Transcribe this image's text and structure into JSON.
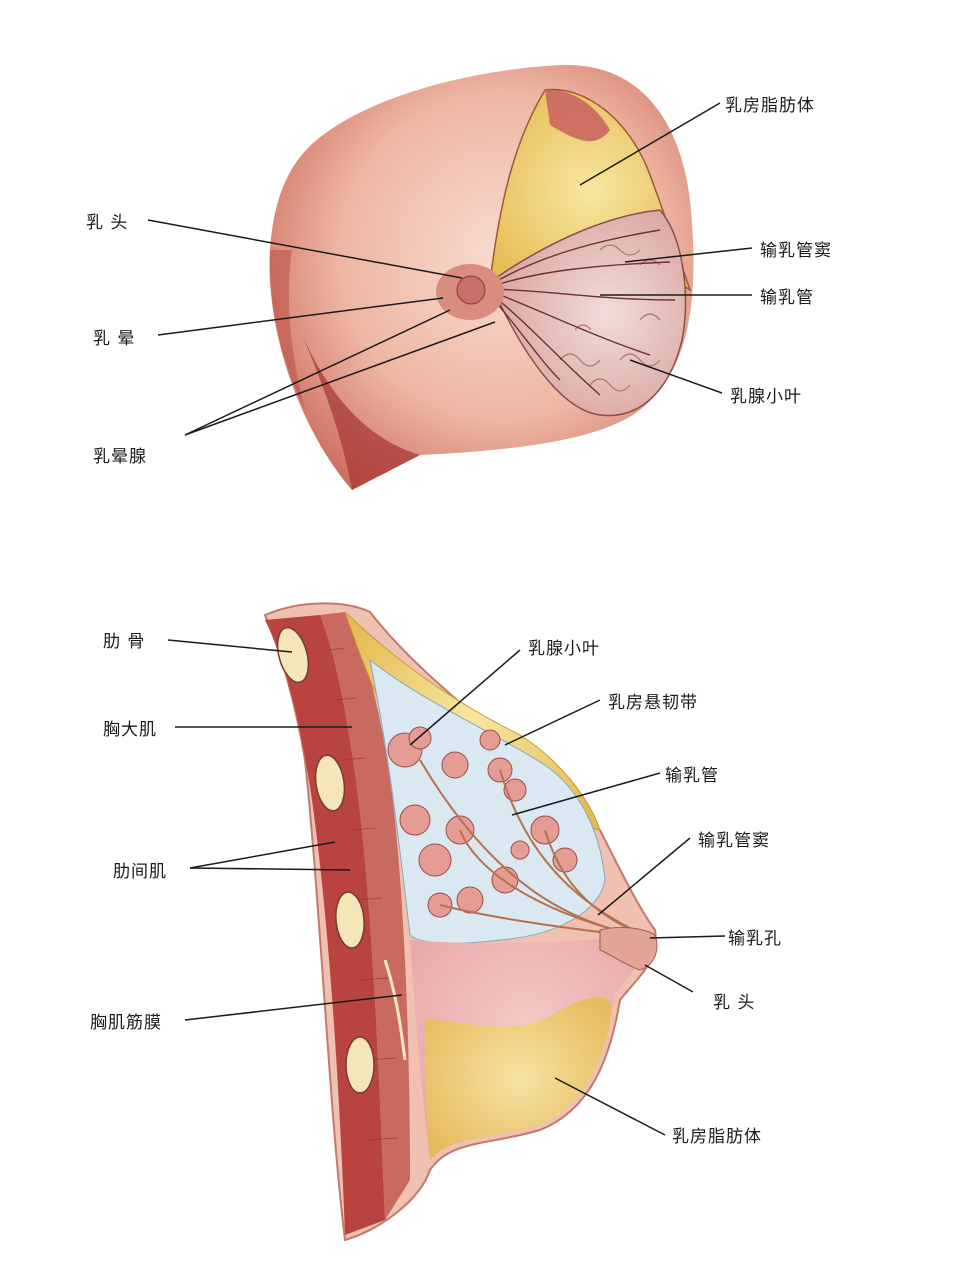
{
  "top_figure": {
    "labels": {
      "fat_body": "乳房脂肪体",
      "nipple": "乳 头",
      "lactiferous_sinus": "输乳管窦",
      "lactiferous_duct": "输乳管",
      "areola": "乳 晕",
      "lobule": "乳腺小叶",
      "areolar_glands": "乳晕腺"
    }
  },
  "bottom_figure": {
    "labels": {
      "rib": "肋 骨",
      "lobule": "乳腺小叶",
      "suspensory_ligament": "乳房悬韧带",
      "pectoralis_major": "胸大肌",
      "lactiferous_duct": "输乳管",
      "lactiferous_sinus": "输乳管窦",
      "intercostal_muscle": "肋间肌",
      "duct_opening": "输乳孔",
      "nipple": "乳 头",
      "pectoral_fascia": "胸肌筋膜",
      "fat_body": "乳房脂肪体"
    }
  },
  "colors": {
    "skin": "#e8a48f",
    "skin_dark": "#b8463c",
    "fat": "#f2d77a",
    "gland": "#e9a7a0",
    "muscle": "#b94a46",
    "stroma": "#d6e6f0"
  }
}
